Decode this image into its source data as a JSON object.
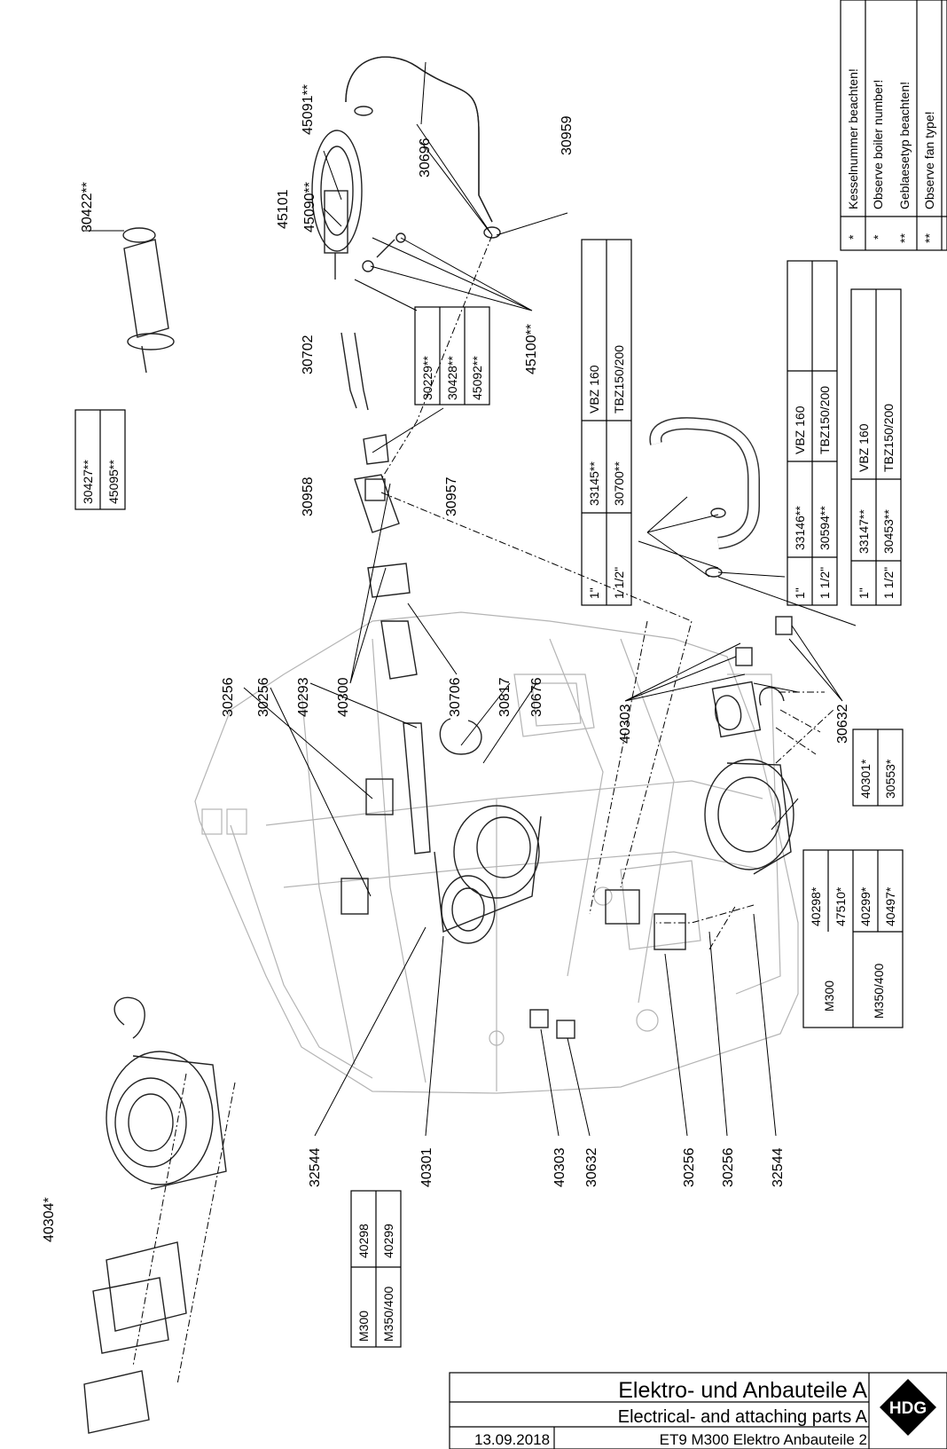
{
  "title_block": {
    "title_de": "Elektro- und Anbauteile A",
    "title_en": "Electrical- and attaching parts A",
    "date": "13.09.2018",
    "drawing_no": "ET9  M300  Elektro  Anbauteile  2",
    "logo_text": "HDG"
  },
  "notes": {
    "n1": {
      "mark": "*",
      "text": "Kesselnummer beachten!"
    },
    "n2": {
      "mark": "*",
      "text": "Observe boiler number!"
    },
    "n3": {
      "mark": "**",
      "text": "Geblaesetyp beachten!"
    },
    "n4": {
      "mark": "**",
      "text": "Observe fan type!"
    }
  },
  "callouts": {
    "p40304": "40304*",
    "p30422": "30422**",
    "p45091": "45091**",
    "p45090": "45090**",
    "p45101": "45101",
    "p30696": "30696",
    "p30959": "30959",
    "p45100": "45100**",
    "p30702": "30702",
    "p30958": "30958",
    "p30957": "30957",
    "p30256a": "30256",
    "p30256b": "30256",
    "p40293": "40293",
    "p40300": "40300",
    "p30706": "30706",
    "p30817": "30817",
    "p30676": "30676",
    "p40303a": "40303",
    "p30632a": "30632",
    "p32544a": "32544",
    "p40301a": "40301",
    "p40303b": "40303",
    "p30632b": "30632",
    "p30256c": "30256",
    "p30256d": "30256",
    "p32544b": "32544"
  },
  "tables": {
    "t_stick": {
      "r1": "30427**",
      "r2": "45095**"
    },
    "t_sensor": {
      "r1": "30229**",
      "r2": "30428**",
      "r3": "45092**"
    },
    "t_hose1": {
      "a1": "1\"",
      "b1": "33145**",
      "c1": "VBZ 160",
      "a2": "1 1/2\"",
      "b2": "30700**",
      "c2": "TBZ150/200"
    },
    "t_hose2": {
      "a1": "1\"",
      "b1": "33146**",
      "c1": "VBZ 160",
      "a2": "1 1/2\"",
      "b2": "30594**",
      "c2": "TBZ150/200"
    },
    "t_hose3": {
      "a1": "1\"",
      "b1": "33147**",
      "c1": "VBZ 160",
      "a2": "1 1/2\"",
      "b2": "30453**",
      "c2": "TBZ150/200"
    },
    "t_fan": {
      "r1": "40301*",
      "r2": "30553*"
    },
    "t_flange": {
      "m1": "M300",
      "m2": "M350/400",
      "a1": "40298*",
      "a2": "47510*",
      "a3": "40299*",
      "a4": "40497*"
    },
    "t_model": {
      "m1": "M300",
      "m2": "M350/400",
      "v1": "40298",
      "v2": "40299"
    }
  }
}
